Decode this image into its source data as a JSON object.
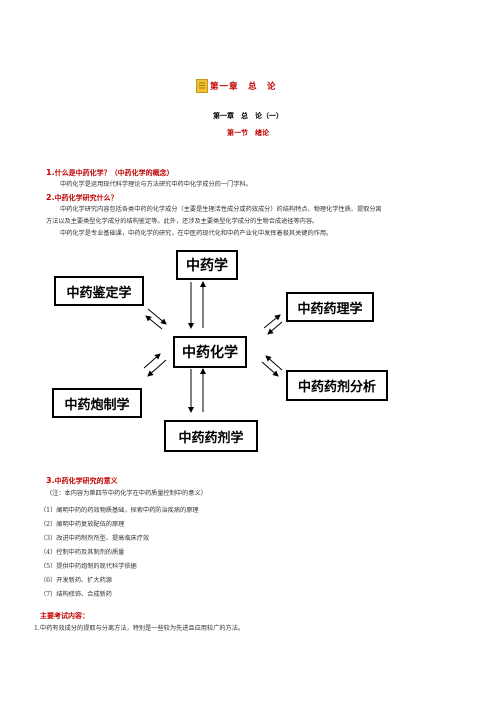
{
  "header": {
    "icon": "document-icon",
    "chapter_title": "第一章　总　论",
    "sub_title": "第一章　总　论（一）",
    "section_title": "第一节　绪论"
  },
  "q1": {
    "number": "1.",
    "title": "什么是中药化学？（中药化学的概念）",
    "text": "中药化学是运用现代科学理论与方法研究中药中化学成分的一门学科。"
  },
  "q2": {
    "number": "2.",
    "title": "中药化学研究什么？",
    "line1": "中药化学研究内容包括各类中药的化学成分（主要是生理活性成分或药效成分）的结构特点、物理化学性质、提取分离",
    "line2": "方法以及主要类型化学成分的结构鉴定等。此外，还涉及主要类型化学成分的生物合成途径等内容。",
    "line3": "中药化学是专业基础课，中药化学的研究，在中医药现代化和中药产业化中发挥着极其关键的作用。"
  },
  "diagram": {
    "center": "中药化学",
    "top": "中药学",
    "left_top": "中药鉴定学",
    "right_top": "中药药理学",
    "right_bottom": "中药药剂分析",
    "left_bottom": "中药炮制学",
    "bottom": "中药药剂学"
  },
  "q3": {
    "number": "3.",
    "title": "中药化学研究的意义",
    "note": "（注：本内容为第四节中药化学在中药质量控制中的意义）",
    "items": [
      "（1）阐明中药的药效物质基础，探索中药防治疾病的原理",
      "（2）阐明中药复放配伍的原理",
      "（3）改进中药制剂剂型、提高临床疗效",
      "（4）控制中药及其制剂的质量",
      "（5）提供中药炮制的现代科学依据",
      "（6）开发新药、扩大药源",
      "（7）结构修饰、合成新药"
    ]
  },
  "exam": {
    "title": "主要考试内容：",
    "line1": "1.中药有效成分的提取与分离方法，特别是一些较为先进且应用较广的方法。"
  }
}
